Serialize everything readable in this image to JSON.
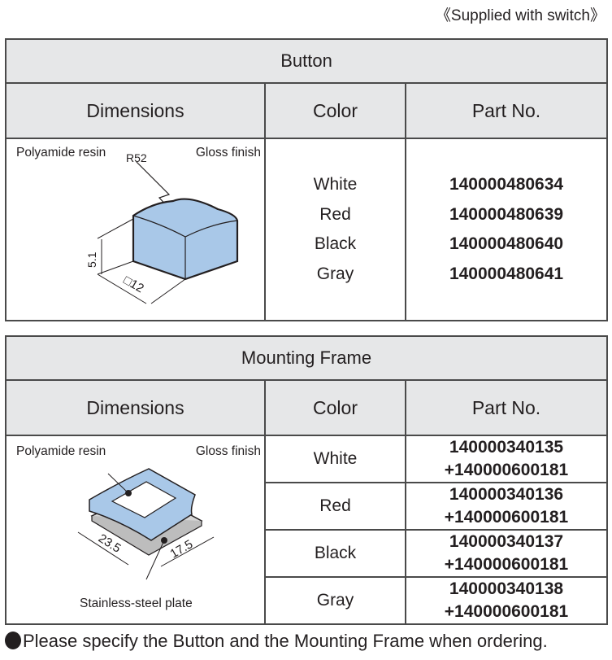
{
  "supplied_note": "《Supplied with switch》",
  "button_table": {
    "title": "Button",
    "headers": {
      "dimensions": "Dimensions",
      "color": "Color",
      "part_no": "Part No."
    },
    "material_label": "Polyamide resin",
    "finish_label": "Gloss finish",
    "drawing_labels": {
      "radius": "R52",
      "height": "5.1",
      "width": "□12"
    },
    "drawing_color": "#a9c8e8",
    "rows": [
      {
        "color": "White",
        "part_no": "140000480634"
      },
      {
        "color": "Red",
        "part_no": "140000480639"
      },
      {
        "color": "Black",
        "part_no": "140000480640"
      },
      {
        "color": "Gray",
        "part_no": "140000480641"
      }
    ]
  },
  "frame_table": {
    "title": "Mounting Frame",
    "headers": {
      "dimensions": "Dimensions",
      "color": "Color",
      "part_no": "Part No."
    },
    "material_label": "Polyamide resin",
    "finish_label": "Gloss finish",
    "plate_label": "Stainless-steel plate",
    "drawing_labels": {
      "length": "23.5",
      "width": "17.5"
    },
    "rows": [
      {
        "color": "White",
        "part_no": "140000340135",
        "part_no_extra": "+140000600181"
      },
      {
        "color": "Red",
        "part_no": "140000340136",
        "part_no_extra": "+140000600181"
      },
      {
        "color": "Black",
        "part_no": "140000340137",
        "part_no_extra": "+140000600181"
      },
      {
        "color": "Gray",
        "part_no": "140000340138",
        "part_no_extra": "+140000600181"
      }
    ]
  },
  "footer_note": "Please specify the Button and the Mounting Frame when ordering."
}
